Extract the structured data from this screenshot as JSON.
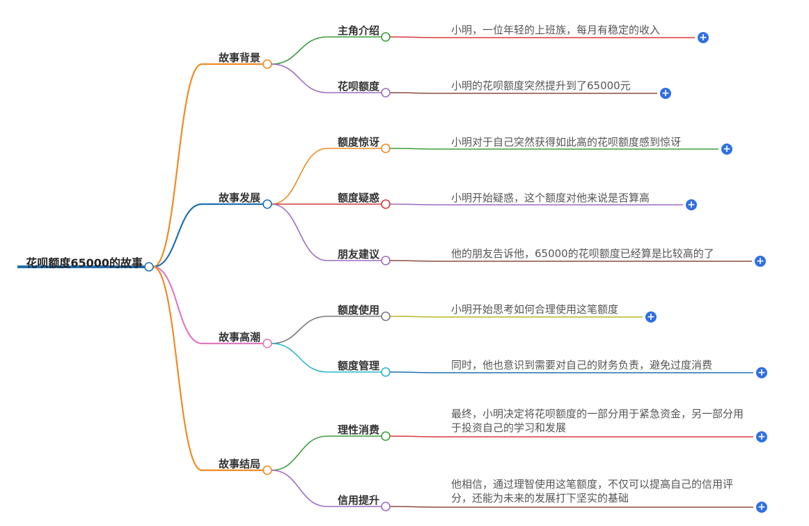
{
  "root": {
    "label": "花呗额度65000的故事",
    "color": "#1f6fb0"
  },
  "sections": [
    {
      "label": "故事背景",
      "color": "#f08a24",
      "topics": [
        {
          "label": "主角介绍",
          "color": "#3a9e3a",
          "leaf_color": "#d93a3a",
          "detail": "小明，一位年轻的上班族，每月有稳定的收入"
        },
        {
          "label": "花呗额度",
          "color": "#9a6cc4",
          "leaf_color": "#8a4a3a",
          "detail": "小明的花呗额度突然提升到了65000元"
        }
      ]
    },
    {
      "label": "故事发展",
      "color": "#1f6fb0",
      "topics": [
        {
          "label": "额度惊讶",
          "color": "#f08a24",
          "leaf_color": "#3a9e3a",
          "detail": "小明对于自己突然获得如此高的花呗额度感到惊讶"
        },
        {
          "label": "额度疑惑",
          "color": "#d93a3a",
          "leaf_color": "#9a6cc4",
          "detail": "小明开始疑惑，这个额度对他来说是否算高"
        },
        {
          "label": "朋友建议",
          "color": "#9a6cc4",
          "leaf_color": "#8a4a3a",
          "detail": "他的朋友告诉他，65000的花呗额度已经算是比较高的了"
        }
      ]
    },
    {
      "label": "故事高潮",
      "color": "#e27ac0",
      "topics": [
        {
          "label": "额度使用",
          "color": "#7a7a7a",
          "leaf_color": "#b5b52a",
          "detail": "小明开始思考如何合理使用这笔额度"
        },
        {
          "label": "额度管理",
          "color": "#2ab8c8",
          "leaf_color": "#1f6fb0",
          "detail": "同时，他也意识到需要对自己的财务负责，避免过度消费"
        }
      ]
    },
    {
      "label": "故事结局",
      "color": "#f08a24",
      "topics": [
        {
          "label": "理性消费",
          "color": "#3a9e3a",
          "leaf_color": "#d93a3a",
          "detail": "最终，小明决定将花呗额度的一部分用于紧急资金，另一部分用于投资自己的学习和发展"
        },
        {
          "label": "信用提升",
          "color": "#9a6cc4",
          "leaf_color": "#8a4a3a",
          "detail": "他相信，通过理智使用这笔额度，不仅可以提高自己的信用评分，还能为未来的发展打下坚实的基础"
        }
      ]
    }
  ],
  "expand_icon": "plus-circle-icon",
  "expand_glyph": "+"
}
